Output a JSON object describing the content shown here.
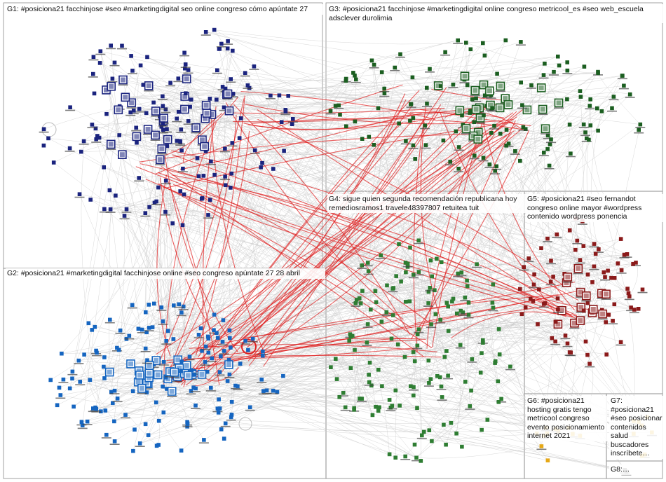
{
  "groups": [
    {
      "id": "G1",
      "label": "G1: #posiciona21 facchinjose #seo #marketingdigital seo online congreso cómo apúntate 27",
      "color": "#1a237e"
    },
    {
      "id": "G2",
      "label": "G2: #posiciona21 #marketingdigital facchinjose online #seo congreso apúntate 27 28 abril",
      "color": "#1565c0"
    },
    {
      "id": "G3",
      "label": "G3: #posiciona21 facchinjose #marketingdigital online congreso metricool_es #seo web_escuela adsclever durolimia",
      "color": "#1b5e20"
    },
    {
      "id": "G4",
      "label": "G4: sigue quien segunda recomendación republicana hoy remediosramos1 travele48397807 retuitea tuit",
      "color": "#2e7d32"
    },
    {
      "id": "G5",
      "label": "G5: #posiciona21 #seo fernandot congreso online mayor #wordpress contenido wordpress ponencia",
      "color": "#8b1a1a"
    },
    {
      "id": "G6",
      "label": "G6: #posiciona21 hosting gratis tengo metricool congreso evento posicionamiento internet 2021",
      "color": "#e6a817"
    },
    {
      "id": "G7",
      "label": "G7: #posiciona21 #seo posicionar contenidos salud buscadores inscríbete…",
      "color": "#e6a817"
    },
    {
      "id": "G8",
      "label": "G8:…",
      "color": "#555555"
    }
  ],
  "colors": {
    "edge": "#c8c8c8",
    "highlight_edge": "#e02020",
    "box_border": "#8a8a8a"
  }
}
